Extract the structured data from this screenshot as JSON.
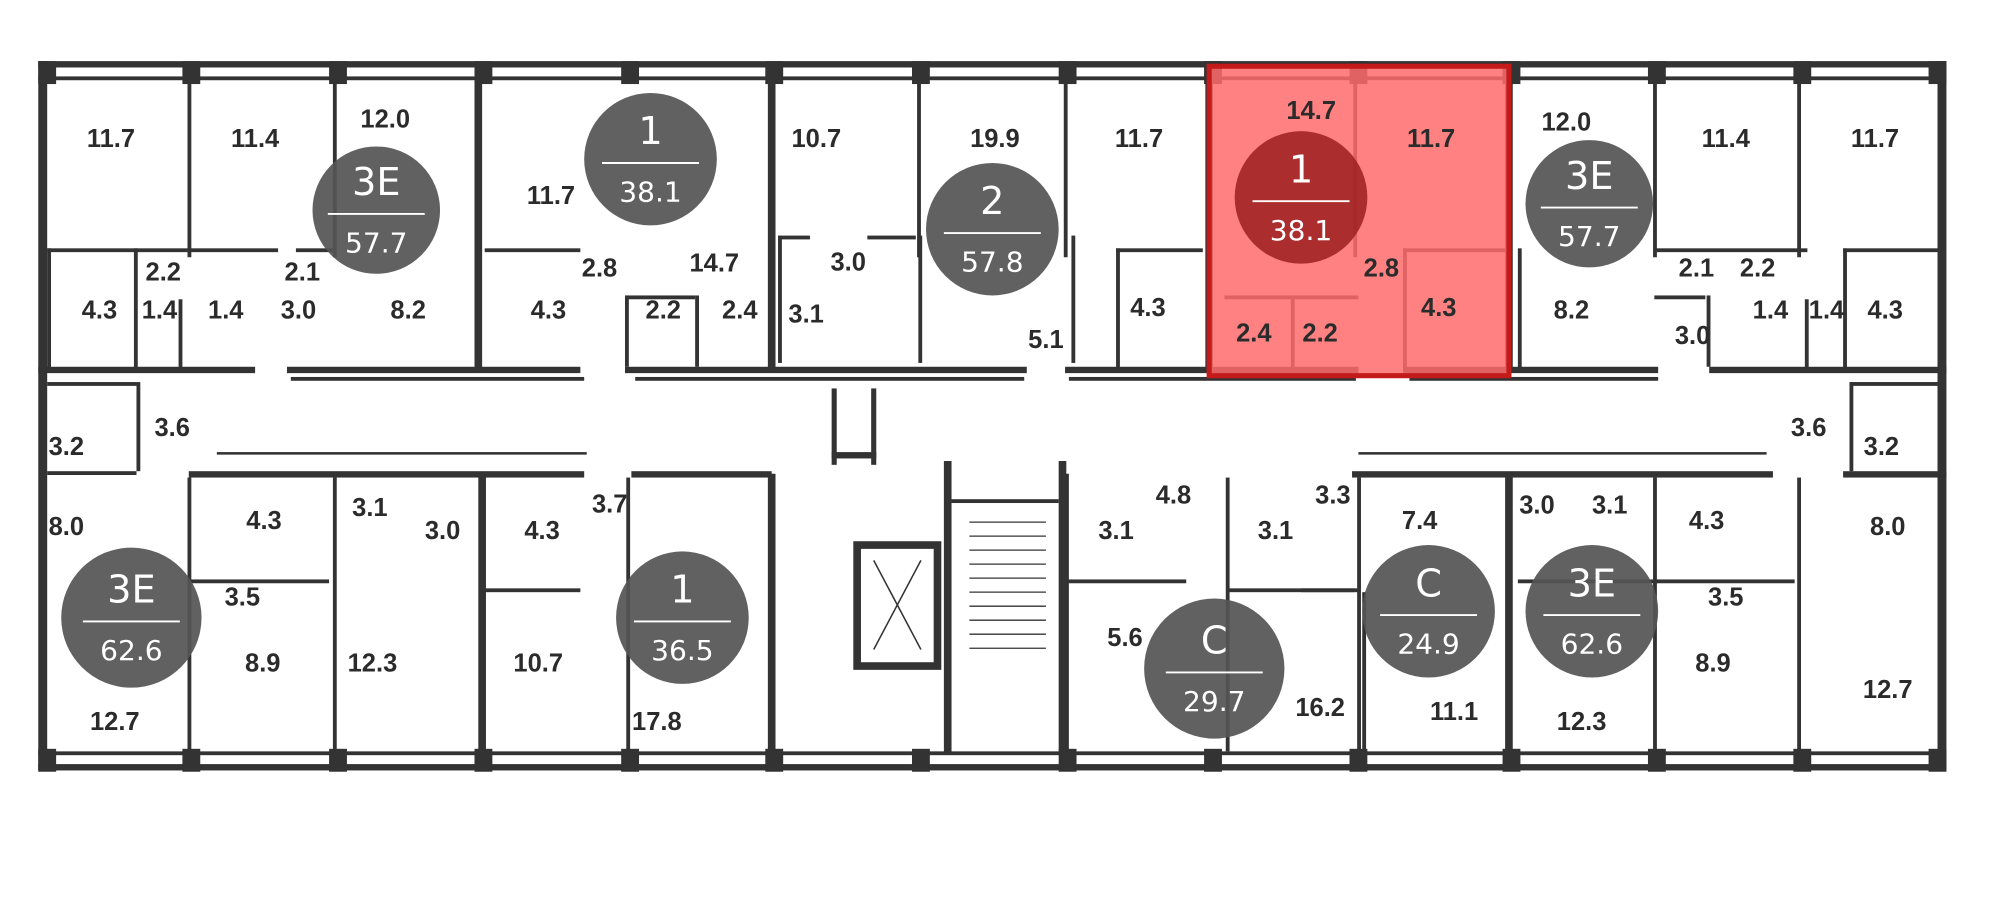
{
  "colors": {
    "wall": "#333333",
    "badge": "#555555",
    "highlight": "#ff6b6b",
    "highlight_border": "#c41a1a",
    "highlight_badge": "#a32424"
  },
  "apartments": [
    {
      "type": "3E",
      "area": "57.7",
      "highlighted": false
    },
    {
      "type": "1",
      "area": "38.1",
      "highlighted": false
    },
    {
      "type": "2",
      "area": "57.8",
      "highlighted": false
    },
    {
      "type": "1",
      "area": "38.1",
      "highlighted": true
    },
    {
      "type": "3E",
      "area": "57.7",
      "highlighted": false
    },
    {
      "type": "3E",
      "area": "62.6",
      "highlighted": false
    },
    {
      "type": "1",
      "area": "36.5",
      "highlighted": false
    },
    {
      "type": "C",
      "area": "29.7",
      "highlighted": false
    },
    {
      "type": "C",
      "area": "24.9",
      "highlighted": false
    },
    {
      "type": "3E",
      "area": "62.6",
      "highlighted": false
    }
  ],
  "room_areas": [
    "11.7",
    "11.4",
    "12.0",
    "2.2",
    "2.1",
    "4.3",
    "1.4",
    "1.4",
    "3.0",
    "8.2",
    "11.7",
    "2.8",
    "14.7",
    "4.3",
    "2.2",
    "2.4",
    "10.7",
    "19.9",
    "3.0",
    "3.1",
    "5.1",
    "11.7",
    "4.3",
    "14.7",
    "11.7",
    "2.8",
    "2.4",
    "2.2",
    "4.3",
    "12.0",
    "11.4",
    "11.7",
    "2.1",
    "2.2",
    "8.2",
    "3.0",
    "1.4",
    "1.4",
    "4.3",
    "3.6",
    "3.2",
    "3.6",
    "3.2",
    "8.0",
    "4.3",
    "3.1",
    "3.0",
    "4.3",
    "3.7",
    "3.5",
    "8.9",
    "12.3",
    "10.7",
    "12.7",
    "17.8",
    "4.8",
    "3.1",
    "3.3",
    "3.1",
    "7.4",
    "3.0",
    "3.1",
    "4.3",
    "8.0",
    "5.6",
    "16.2",
    "11.1",
    "12.3",
    "3.5",
    "8.9",
    "12.7"
  ]
}
